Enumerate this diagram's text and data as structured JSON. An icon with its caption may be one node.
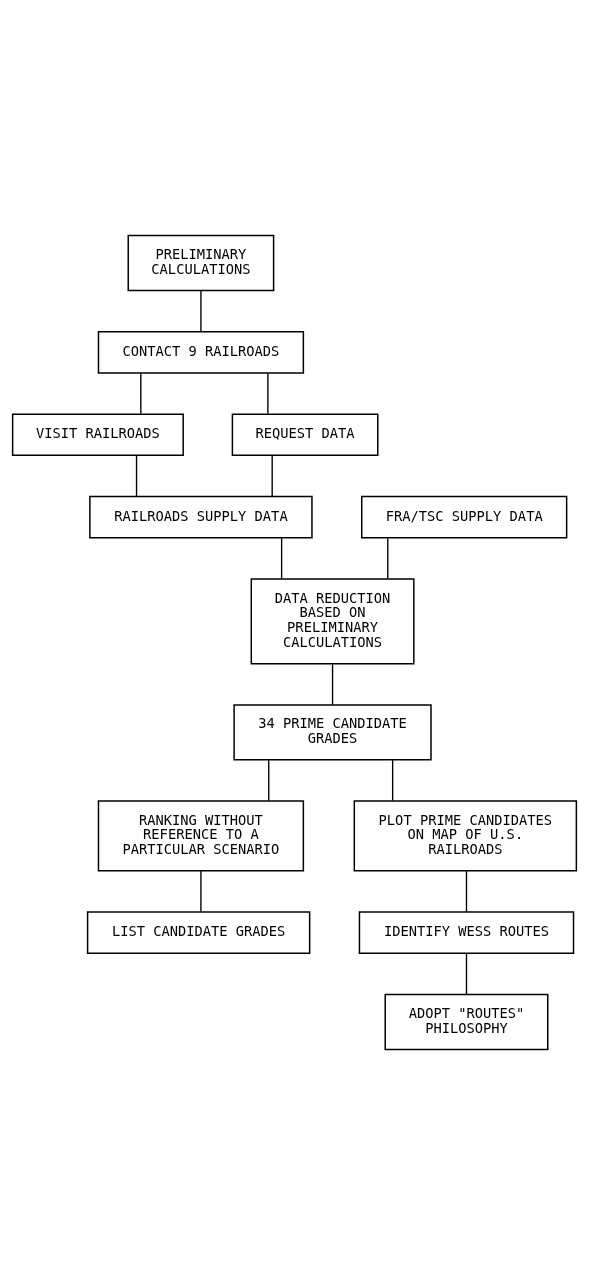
{
  "diagram": {
    "nodes": [
      {
        "text": [
          "PRELIMINARY CALCULATIONS"
        ]
      },
      {
        "text": [
          "CONTACT 9 RAILROADS"
        ]
      },
      {
        "text": [
          "VISIT RAILROADS"
        ]
      },
      {
        "text": [
          "REQUEST DATA"
        ]
      },
      {
        "text": [
          "RAILROADS SUPPLY DATA"
        ]
      },
      {
        "text": [
          "FRA/TSC SUPPLY DATA"
        ]
      },
      {
        "text": [
          "DATA REDUCTION BASED ON PRELIMINARY CALCULATIONS"
        ]
      },
      {
        "text": [
          "34 PRIME CANDIDATE GRADES"
        ]
      },
      {
        "text": [
          "RANKING WITHOUT REFERENCE TO A PARTICULAR SCENARIO"
        ]
      },
      {
        "text": [
          "PLOT PRIME CANDIDATES ON MAP OF U.S. RAILROADS"
        ]
      },
      {
        "text": [
          "LIST CANDIDATE GRADES"
        ]
      },
      {
        "text": [
          "IDENTIFY WESS ROUTES"
        ]
      },
      {
        "text": [
          "ADOPT \"ROUTES\" PHILOSOPHY"
        ]
      }
    ],
    "edges": [
      {
        "from": 0,
        "to": 1,
        "arrow": "none"
      },
      {
        "from": 1,
        "to": 2,
        "arrow": "none"
      },
      {
        "from": 1,
        "to": 3,
        "arrow": "none"
      },
      {
        "from": 2,
        "to": 4,
        "arrow": "none"
      },
      {
        "from": 3,
        "to": 4,
        "arrow": "none"
      },
      {
        "from": 4,
        "to": 6,
        "arrow": "none"
      },
      {
        "from": 5,
        "to": 6,
        "arrow": "none"
      },
      {
        "from": 6,
        "to": 7,
        "arrow": "none"
      },
      {
        "from": 7,
        "to": 8,
        "arrow": "none"
      },
      {
        "from": 7,
        "to": 9,
        "arrow": "none"
      },
      {
        "from": 8,
        "to": 10,
        "arrow": "none"
      },
      {
        "from": 9,
        "to": 11,
        "arrow": "none"
      },
      {
        "from": 11,
        "to": 12,
        "arrow": "none"
      }
    ]
  }
}
